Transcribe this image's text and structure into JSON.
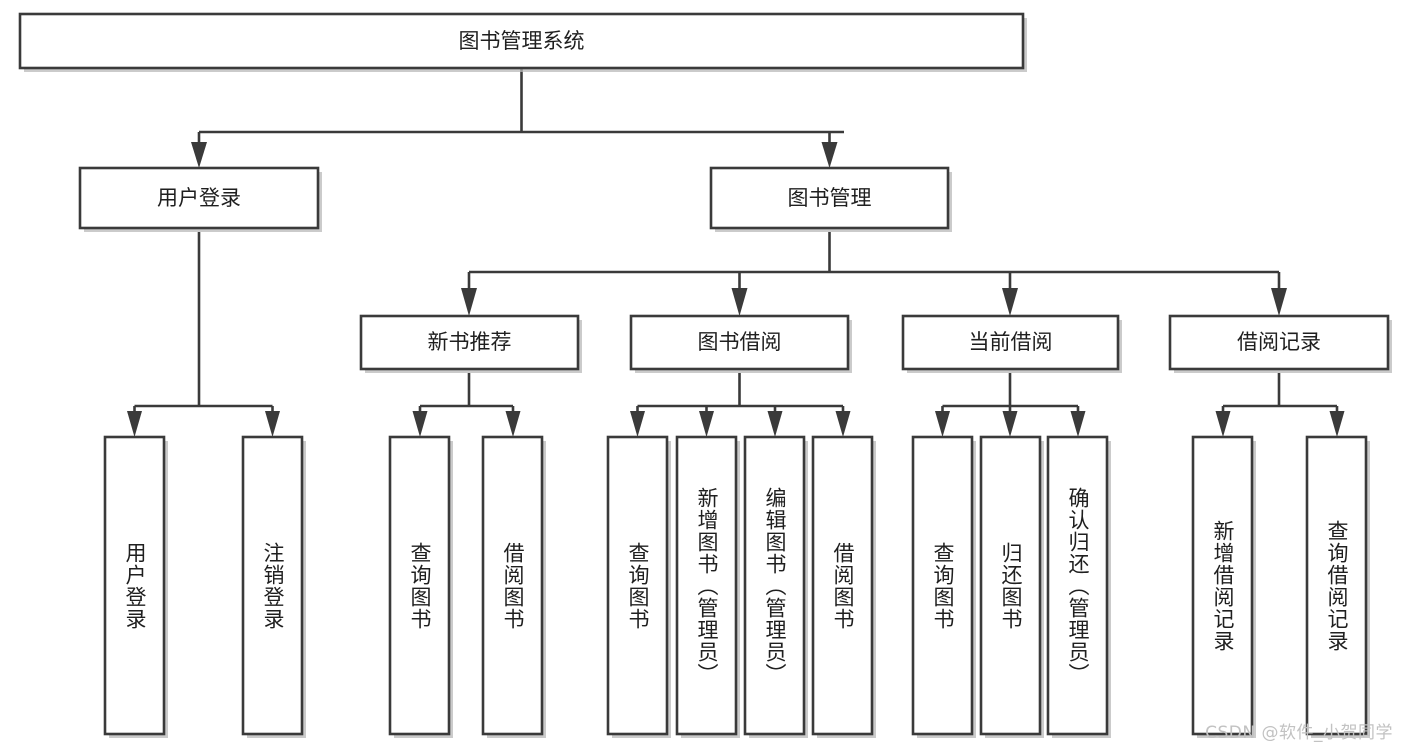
{
  "diagram": {
    "title": "图书管理系统",
    "type": "tree",
    "orientation": "top-down",
    "root": {
      "id": "root",
      "label": "图书管理系统"
    },
    "level2": [
      {
        "id": "user-login",
        "label": "用户登录"
      },
      {
        "id": "book-manage",
        "label": "图书管理"
      }
    ],
    "level3": [
      {
        "id": "new-book-recommend",
        "label": "新书推荐",
        "parent": "book-manage"
      },
      {
        "id": "book-borrow",
        "label": "图书借阅",
        "parent": "book-manage"
      },
      {
        "id": "current-borrow",
        "label": "当前借阅",
        "parent": "book-manage"
      },
      {
        "id": "borrow-record",
        "label": "借阅记录",
        "parent": "book-manage"
      }
    ],
    "leaves": {
      "user-login": [
        {
          "id": "leaf-user-login",
          "label": "用户登录"
        },
        {
          "id": "leaf-user-logout",
          "label": "注销登录"
        }
      ],
      "new-book-recommend": [
        {
          "id": "leaf-query-book-1",
          "label": "查询图书"
        },
        {
          "id": "leaf-borrow-book-1",
          "label": "借阅图书"
        }
      ],
      "book-borrow": [
        {
          "id": "leaf-query-book-2",
          "label": "查询图书"
        },
        {
          "id": "leaf-add-book",
          "label": "新增图书（管理员）"
        },
        {
          "id": "leaf-edit-book",
          "label": "编辑图书（管理员）"
        },
        {
          "id": "leaf-borrow-book-2",
          "label": "借阅图书"
        }
      ],
      "current-borrow": [
        {
          "id": "leaf-query-book-3",
          "label": "查询图书"
        },
        {
          "id": "leaf-return-book",
          "label": "归还图书"
        },
        {
          "id": "leaf-confirm-return",
          "label": "确认归还（管理员）"
        }
      ],
      "borrow-record": [
        {
          "id": "leaf-add-record",
          "label": "新增借阅记录"
        },
        {
          "id": "leaf-query-record",
          "label": "查询借阅记录"
        }
      ]
    }
  },
  "watermark": {
    "text": "CSDN @软件_小贺同学"
  },
  "colors": {
    "stroke": "#3a3a3a",
    "box_fill": "#ffffff",
    "text": "#1f1f1f",
    "shadow": "#b9b9b9",
    "watermark": "#c2c2c2",
    "background": "#ffffff"
  }
}
